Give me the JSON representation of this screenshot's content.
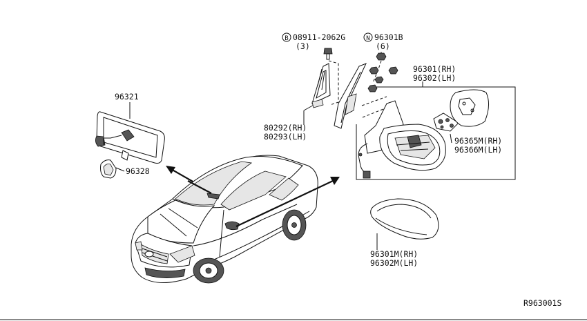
{
  "labels": {
    "bolt": "08911-2062G",
    "bolt_qty": "(3)",
    "bolt_prefix": "B",
    "nut": "96301B",
    "nut_qty": "(6)",
    "nut_prefix": "N",
    "mirror_assy_rh": "96301(RH)",
    "mirror_assy_lh": "96302(LH)",
    "inside_mirror": "96321",
    "mirror_cover_part": "96328",
    "finisher_rh": "80292(RH)",
    "finisher_lh": "80293(LH)",
    "glass_rh": "96365M(RH)",
    "glass_lh": "96366M(LH)",
    "cap_rh": "96301M(RH)",
    "cap_lh": "96302M(LH)",
    "diagram_code": "R963001S"
  }
}
